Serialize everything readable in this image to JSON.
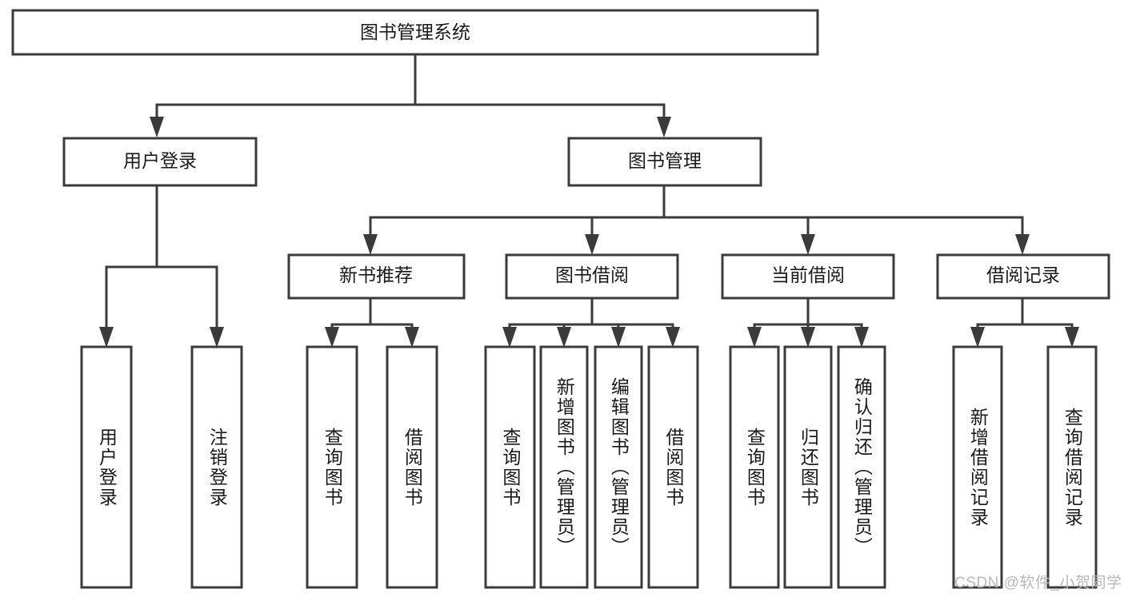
{
  "diagram": {
    "title": "图书管理系统",
    "type": "tree",
    "watermark": "CSDN @软件_小贺同学",
    "colors": {
      "box_stroke": "#3b3b3b",
      "box_fill": "#ffffff",
      "text": "#1a1a1a",
      "connector": "#3b3b3b",
      "watermark": "#b9b9b9",
      "background": "#ffffff"
    },
    "levels": {
      "root": "图书管理系统",
      "level2": [
        "用户登录",
        "图书管理"
      ],
      "level3": [
        "新书推荐",
        "图书借阅",
        "当前借阅",
        "借阅记录"
      ]
    },
    "nodes": {
      "root": {
        "label": "图书管理系统"
      },
      "user_login": {
        "label": "用户登录"
      },
      "book_manage": {
        "label": "图书管理"
      },
      "new_book_rec": {
        "label": "新书推荐"
      },
      "book_borrow": {
        "label": "图书借阅"
      },
      "current_borrow": {
        "label": "当前借阅"
      },
      "borrow_record": {
        "label": "借阅记录"
      },
      "leaf_user_login": {
        "label": "用户登录"
      },
      "leaf_user_logout": {
        "label": "注销登录"
      },
      "leaf_query_book_1": {
        "label": "查询图书"
      },
      "leaf_borrow_book_1": {
        "label": "借阅图书"
      },
      "leaf_query_book_2": {
        "label": "查询图书"
      },
      "leaf_add_book": {
        "label": "新增图书（管理员）"
      },
      "leaf_edit_book": {
        "label": "编辑图书（管理员）"
      },
      "leaf_borrow_book_2": {
        "label": "借阅图书"
      },
      "leaf_query_book_3": {
        "label": "查询图书"
      },
      "leaf_return_book": {
        "label": "归还图书"
      },
      "leaf_confirm_return": {
        "label": "确认归还（管理员）"
      },
      "leaf_add_record": {
        "label": "新增借阅记录"
      },
      "leaf_query_record": {
        "label": "查询借阅记录"
      }
    }
  }
}
